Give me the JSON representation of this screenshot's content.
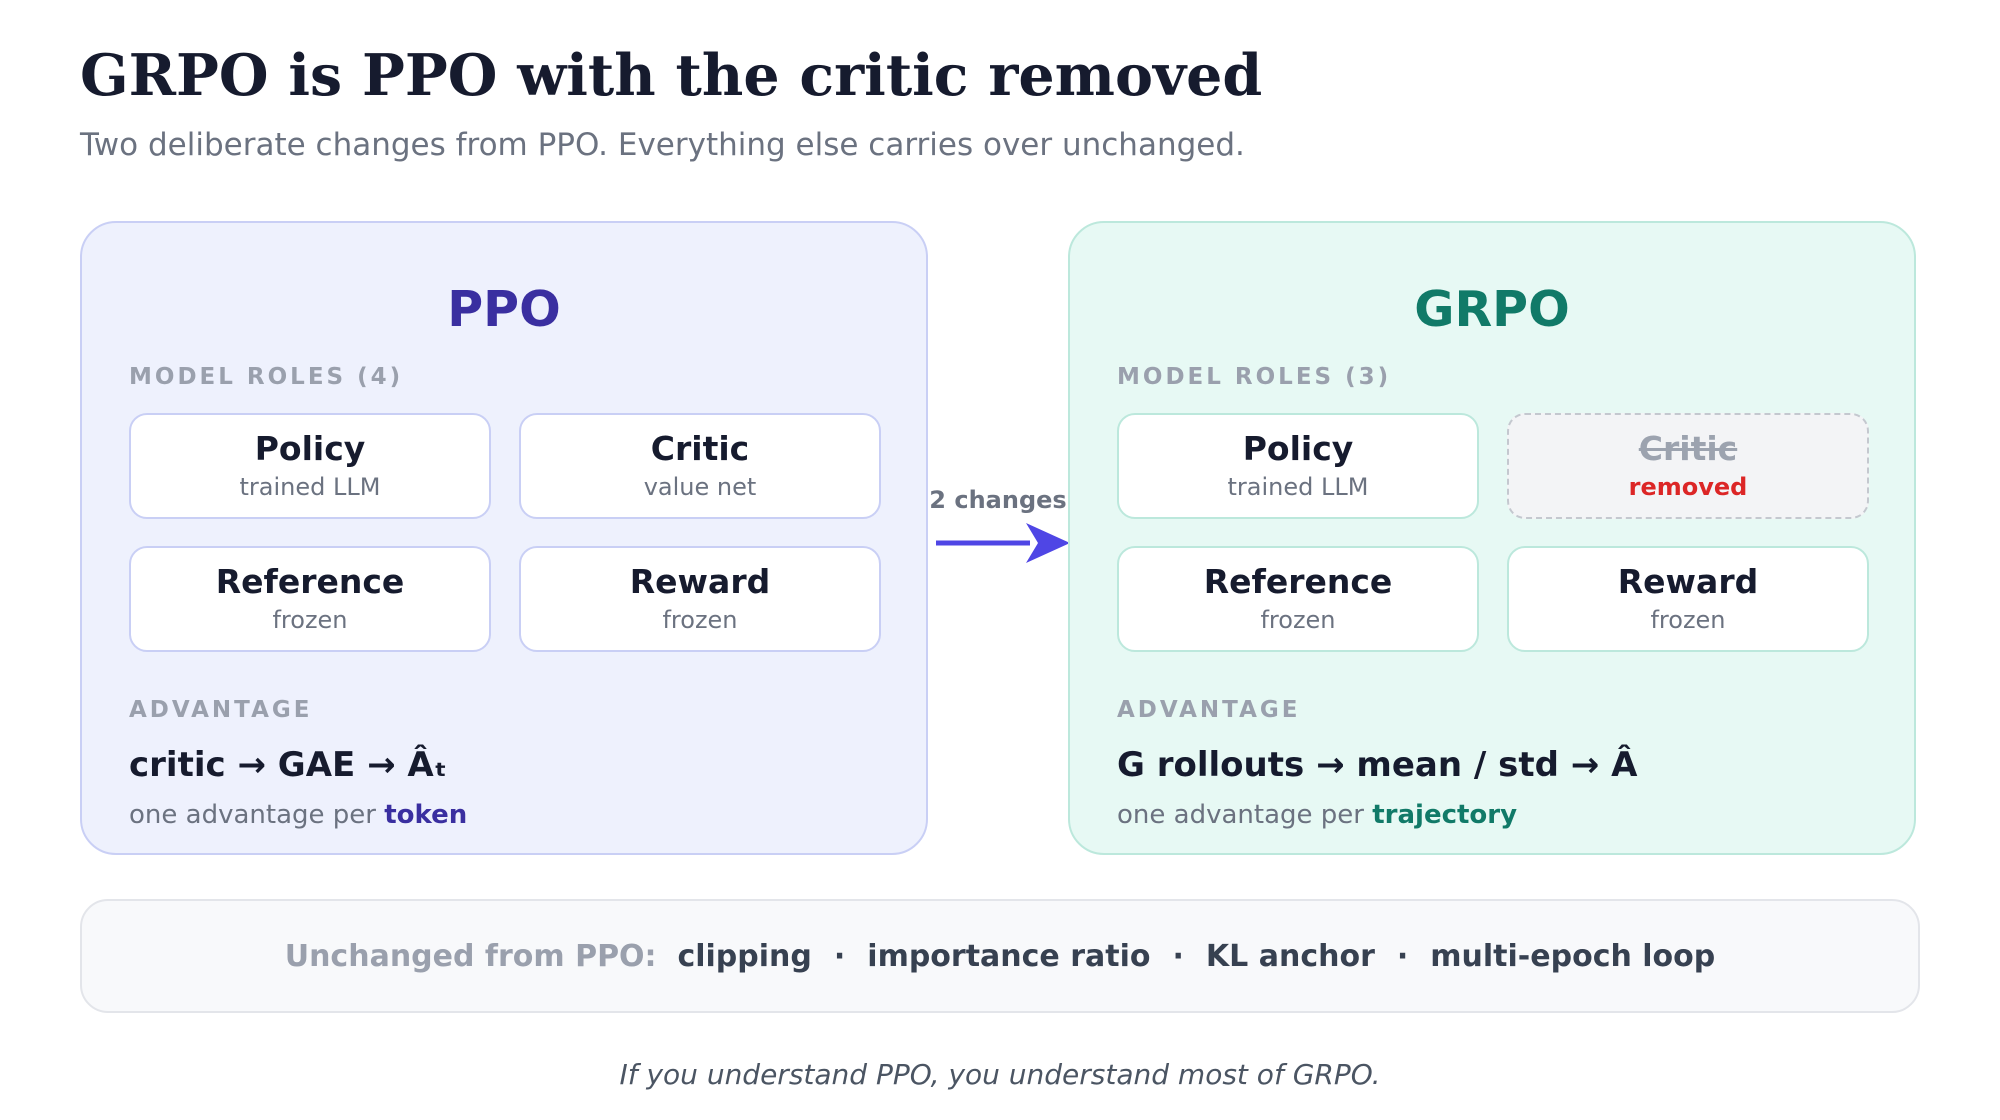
{
  "title": "GRPO is PPO with the critic removed",
  "subtitle": "Two deliberate changes from PPO. Everything else carries over unchanged.",
  "ppo": {
    "title": "PPO",
    "roles_label": "MODEL ROLES (4)",
    "roles": [
      {
        "name": "Policy",
        "desc": "trained LLM"
      },
      {
        "name": "Critic",
        "desc": "value net"
      },
      {
        "name": "Reference",
        "desc": "frozen"
      },
      {
        "name": "Reward",
        "desc": "frozen"
      }
    ],
    "advantage_label": "ADVANTAGE",
    "formula": "critic → GAE → Âₜ",
    "per_prefix": "one advantage per ",
    "per_unit": "token"
  },
  "grpo": {
    "title": "GRPO",
    "roles_label": "MODEL ROLES (3)",
    "roles": [
      {
        "name": "Policy",
        "desc": "trained LLM"
      },
      {
        "name": "Critic",
        "desc": "removed"
      },
      {
        "name": "Reference",
        "desc": "frozen"
      },
      {
        "name": "Reward",
        "desc": "frozen"
      }
    ],
    "advantage_label": "ADVANTAGE",
    "formula": "G rollouts → mean / std → Â",
    "per_prefix": "one advantage per ",
    "per_unit": "trajectory"
  },
  "arrow_label": "2 changes",
  "unchanged": {
    "label": "Unchanged from PPO:",
    "items": [
      "clipping",
      "importance ratio",
      "KL anchor",
      "multi-epoch loop"
    ],
    "separator": "·"
  },
  "tagline": "If you understand PPO, you understand most of GRPO.",
  "colors": {
    "ppo_accent": "#3a2fa0",
    "grpo_accent": "#117a68",
    "removed": "#dc2626",
    "arrow": "#4f46e5"
  }
}
